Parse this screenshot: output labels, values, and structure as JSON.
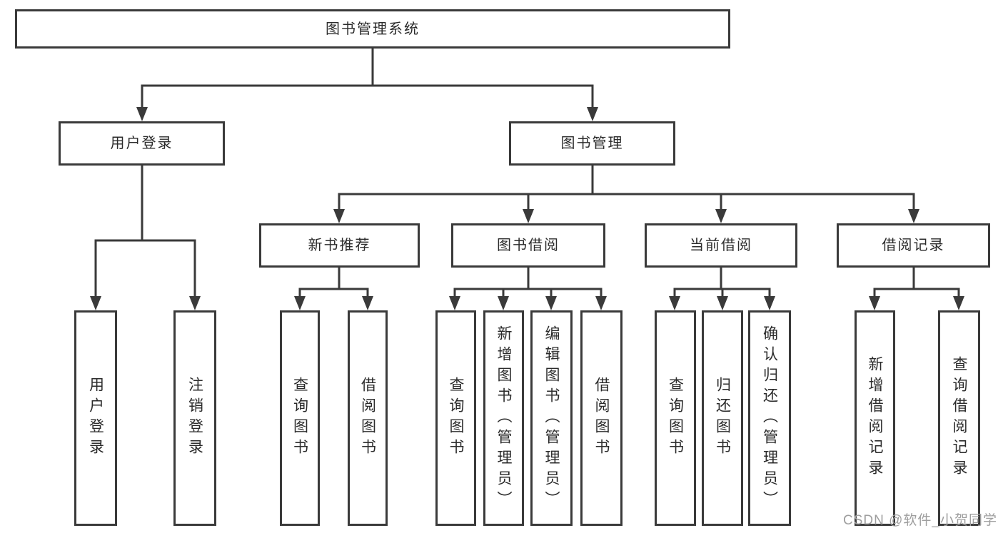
{
  "diagram": {
    "root": {
      "label": "图书管理系统"
    },
    "level2": {
      "user_login": {
        "label": "用户登录"
      },
      "book_management": {
        "label": "图书管理"
      }
    },
    "level3": {
      "new_book_recommend": {
        "label": "新书推荐"
      },
      "book_borrow": {
        "label": "图书借阅"
      },
      "current_borrow": {
        "label": "当前借阅"
      },
      "borrow_record": {
        "label": "借阅记录"
      }
    },
    "leaves": {
      "user_login": {
        "label": "用户登录"
      },
      "logout": {
        "label": "注销登录"
      },
      "query_books_recommend": {
        "label": "查询图书"
      },
      "borrow_books_recommend": {
        "label": "借阅图书"
      },
      "query_books_borrow": {
        "label": "查询图书"
      },
      "add_books_admin": {
        "label": "新增图书（管理员）"
      },
      "edit_books_admin": {
        "label": "编辑图书（管理员）"
      },
      "borrow_books_borrow": {
        "label": "借阅图书"
      },
      "query_books_current": {
        "label": "查询图书"
      },
      "return_books": {
        "label": "归还图书"
      },
      "confirm_return_admin": {
        "label": "确认归还（管理员）"
      },
      "add_borrow_record": {
        "label": "新增借阅记录"
      },
      "query_borrow_record": {
        "label": "查询借阅记录"
      }
    }
  },
  "watermark": {
    "text": "CSDN @软件_小贺同学"
  },
  "colors": {
    "line": "#3a3a3a",
    "text": "#2b2b2b",
    "watermark": "#9e9e9e",
    "background": "#ffffff"
  }
}
